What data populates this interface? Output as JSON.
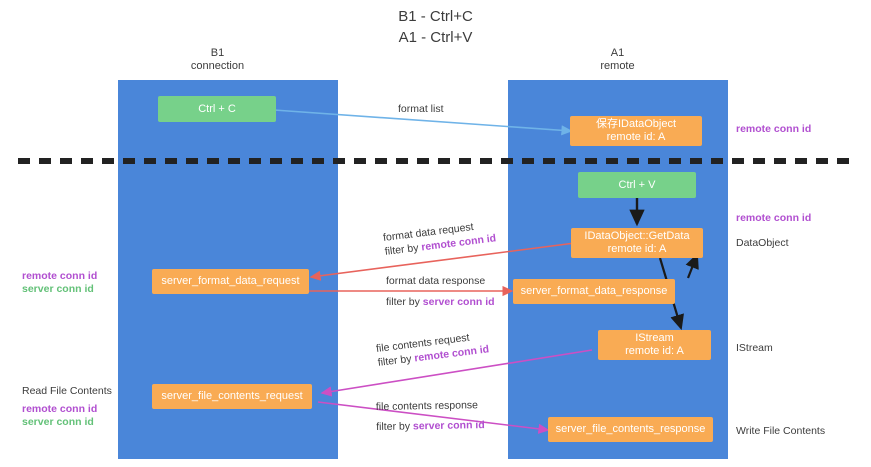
{
  "title": {
    "line1": "B1 - Ctrl+C",
    "line2": "A1 - Ctrl+V"
  },
  "lanes": [
    {
      "name": "B1",
      "sub": "connection"
    },
    {
      "name": "A1",
      "sub": "remote"
    }
  ],
  "boxes": {
    "ctrl_c": "Ctrl + C",
    "ctrl_v": "Ctrl + V",
    "save_idataobject_l1": "保存IDataObject",
    "save_idataobject_l2": "remote id: A",
    "getdata_l1": "IDataObject::GetData",
    "getdata_l2": "remote id: A",
    "istream_l1": "IStream",
    "istream_l2": "remote id: A",
    "server_format_data_request": "server_format_data_request",
    "server_format_data_response": "server_format_data_response",
    "server_file_contents_request": "server_file_contents_request",
    "server_file_contents_response": "server_file_contents_response"
  },
  "edge_labels": {
    "format_list": "format list",
    "format_data_request": "format data request",
    "format_data_request_filter_prefix": "filter by ",
    "format_data_request_filter_key": "remote conn id",
    "format_data_response": "format data response",
    "format_data_response_filter_prefix": "filter by ",
    "format_data_response_filter_key": "server conn id",
    "file_contents_request": "file contents request",
    "file_contents_request_filter_prefix": "filter by ",
    "file_contents_request_filter_key": "remote conn id",
    "file_contents_response": "file contents response",
    "file_contents_response_filter_prefix": "filter by ",
    "file_contents_response_filter_key": "server conn id"
  },
  "left_annotations": {
    "remote_conn_id": "remote conn id",
    "server_conn_id": "server conn id",
    "read_file_contents": "Read File Contents",
    "remote_conn_id_2": "remote conn id",
    "server_conn_id_2": "server conn id"
  },
  "right_annotations": {
    "remote_conn_id_top": "remote conn id",
    "remote_conn_id_mid": "remote conn id",
    "dataobject": "DataObject",
    "istream": "IStream",
    "write_file_contents": "Write File Contents"
  },
  "colors": {
    "lane": "#4a86d9",
    "green_box": "#77d18a",
    "orange_box": "#f9ab54",
    "purple_text": "#b14fd0",
    "green_text": "#63c178",
    "arrow_blue": "#6fb3e8",
    "arrow_red": "#e8635c",
    "arrow_magenta": "#cc4fc4",
    "arrow_black": "#1a1a1a",
    "divider": "#222222"
  }
}
